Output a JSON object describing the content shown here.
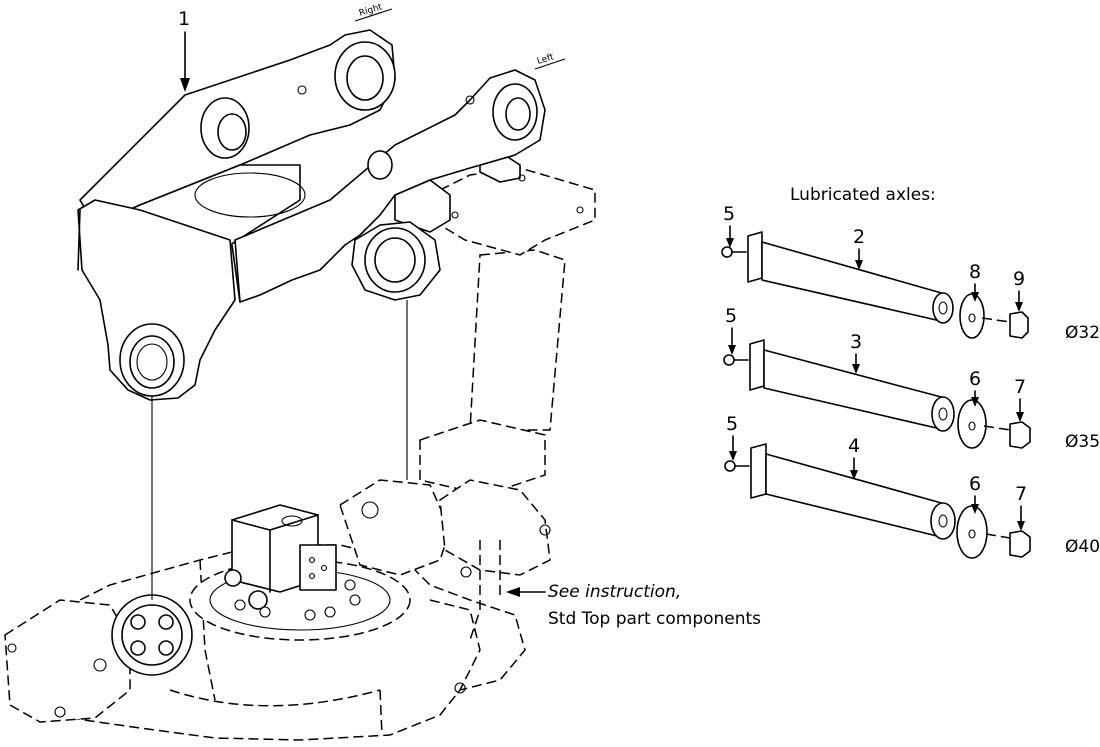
{
  "callouts": {
    "part1": "1",
    "part2": "2",
    "part3": "3",
    "part4": "4",
    "part5_a": "5",
    "part5_b": "5",
    "part5_c": "5",
    "part6_a": "6",
    "part6_b": "6",
    "part7_a": "7",
    "part7_b": "7",
    "part8": "8",
    "part9": "9"
  },
  "side_labels": {
    "right": "Right",
    "left": "Left"
  },
  "lubricated_title": "Lubricated axles:",
  "diameters": {
    "d32": "Ø32",
    "d35": "Ø35",
    "d40": "Ø40"
  },
  "note": {
    "line1": "See instruction,",
    "line2": "Std Top part components"
  },
  "colors": {
    "line": "#000000",
    "background": "#ffffff"
  }
}
